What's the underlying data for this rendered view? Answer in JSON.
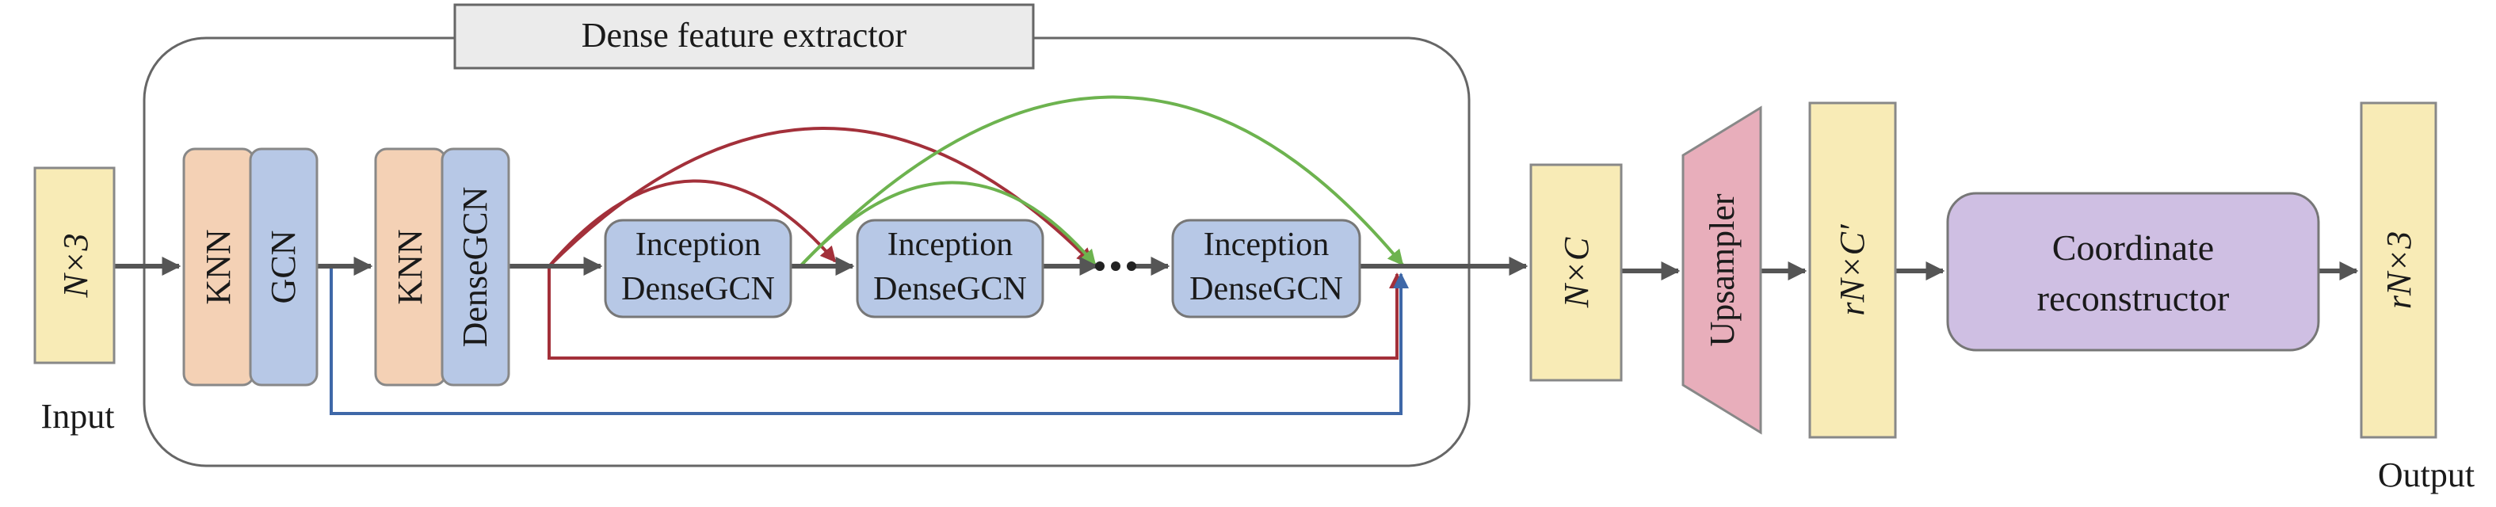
{
  "title": "Dense feature extractor",
  "input": {
    "shape": "N×3",
    "caption": "Input"
  },
  "extractor": {
    "stage1": {
      "knn": "KNN",
      "gcn": "GCN"
    },
    "stage2": {
      "knn": "KNN",
      "gcn": "DenseGCN"
    },
    "inception_blocks": [
      {
        "line1": "Inception",
        "line2": "DenseGCN"
      },
      {
        "line1": "Inception",
        "line2": "DenseGCN"
      },
      {
        "line1": "Inception",
        "line2": "DenseGCN"
      }
    ]
  },
  "feature": {
    "shape": "N×C"
  },
  "upsampler": {
    "label": "Upsampler"
  },
  "upsampled": {
    "shape": "rN×C′"
  },
  "reconstructor": {
    "line1": "Coordinate",
    "line2": "reconstructor"
  },
  "output": {
    "shape": "rN×3",
    "caption": "Output"
  },
  "colors": {
    "input_box": "#f8ebb6",
    "knn_box": "#f4d1b5",
    "gcn_box": "#b7c8e6",
    "upsampler": "#e8aebb",
    "reconstructor": "#cfbfe3",
    "title_box": "#ebebeb",
    "arrow": "#555555",
    "skip_red": "#a3303a",
    "skip_green": "#6db34f",
    "skip_blue": "#3f68a8"
  }
}
